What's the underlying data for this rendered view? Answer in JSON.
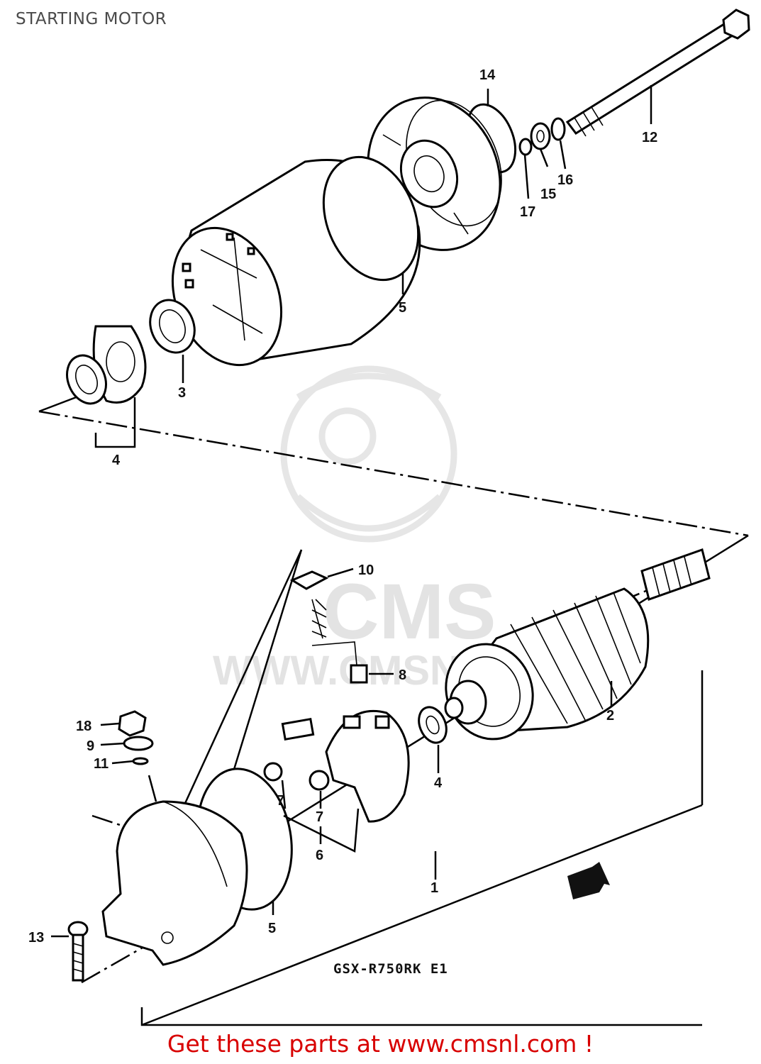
{
  "header": {
    "title": "STARTING MOTOR"
  },
  "diagram": {
    "model_code": "GSX-R750RK E1",
    "watermark": {
      "brand": "CMS",
      "url": "WWW.CMSNL.COM"
    },
    "callouts": [
      "1",
      "2",
      "3",
      "4",
      "4",
      "5",
      "5",
      "6",
      "7",
      "7",
      "8",
      "9",
      "10",
      "11",
      "12",
      "13",
      "14",
      "15",
      "16",
      "17",
      "18"
    ]
  },
  "footer": {
    "cta": "Get these parts at www.cmsnl.com !"
  }
}
